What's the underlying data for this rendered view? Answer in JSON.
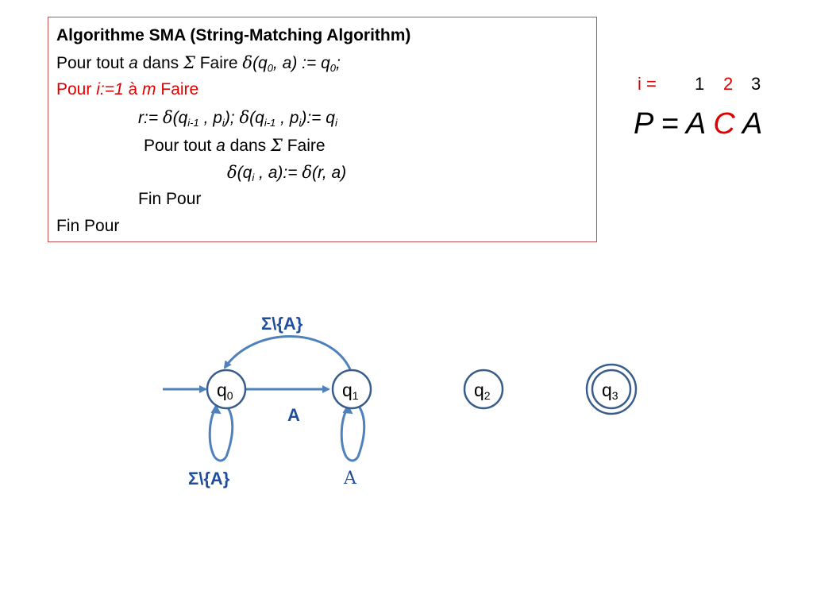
{
  "algorithm": {
    "title": "Algorithme SMA (String-Matching Algorithm)",
    "line1": {
      "pour_tout": "Pour tout",
      "a": "a",
      "dans": "dans",
      "sigma": "Σ",
      "faire": "Faire",
      "delta": "δ",
      "expr": "(q0, a) := q0;"
    },
    "line2": {
      "pour": "Pour",
      "iter": "i:=1",
      "a_word": "à",
      "m": "m",
      "faire": "Faire"
    },
    "line3": "r:= δ(qi-1 , pi); δ(qi-1 , pi):= qi",
    "line4": {
      "pour_tout": "Pour tout",
      "a": "a",
      "dans": "dans",
      "sigma": "Σ",
      "faire": "Faire"
    },
    "line5": "δ(qi , a):= δ(r, a)",
    "line6": "Fin Pour",
    "line7": "Fin Pour"
  },
  "index_row": {
    "label": "i =",
    "values": [
      "1",
      "2",
      "3"
    ]
  },
  "pattern": {
    "prefix": "P =",
    "chars": [
      "A",
      "C",
      "A"
    ],
    "highlight_index": 1
  },
  "automaton": {
    "states": [
      {
        "name": "q",
        "sub": "0",
        "accepting": false
      },
      {
        "name": "q",
        "sub": "1",
        "accepting": false
      },
      {
        "name": "q",
        "sub": "2",
        "accepting": false
      },
      {
        "name": "q",
        "sub": "3",
        "accepting": true
      }
    ],
    "edge_labels": {
      "q1_to_q0": "Σ\\{A}",
      "q0_to_q1": "A",
      "q0_self": "Σ\\{A}",
      "q1_self": "A"
    }
  },
  "colors": {
    "border": "#c0504d",
    "accent_red": "#e00000",
    "arrow_blue": "#4f81bd",
    "label_blue": "#1f4e9c",
    "state_stroke": "#385d8a"
  }
}
